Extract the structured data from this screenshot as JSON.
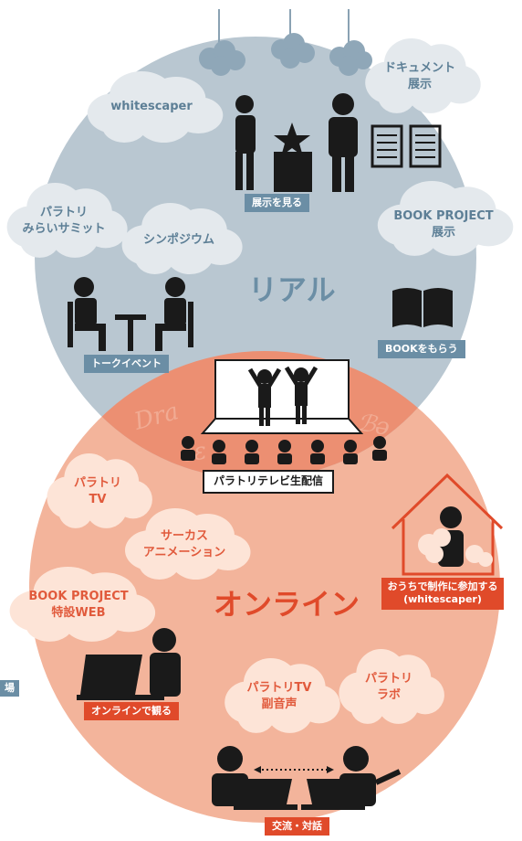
{
  "zones": {
    "real": {
      "title": "リアル"
    },
    "online": {
      "title": "オンライン"
    }
  },
  "clouds": {
    "whitescaper": "whitescaper",
    "documentary": "ドキュメント\n展示",
    "paratori_summit": "パラトリ\nみらいサミット",
    "symposium": "シンポジウム",
    "book_project_exhibit": "BOOK PROJECT\n展示",
    "paratori_tv": "パラトリ\nTV",
    "circus_animation": "サーカス\nアニメーション",
    "book_project_web": "BOOK PROJECT\n特設WEB",
    "paratori_tv_audio": "パラトリTV\n副音声",
    "paratori_lab": "パラトリ\nラボ"
  },
  "tags": {
    "see_exhibit": "展示を見る",
    "talk_event": "トークイベント",
    "get_book": "BOOKをもらう",
    "live_stream": "パラトリテレビ生配信",
    "make_at_home": "おうちで制作に参加する",
    "make_at_home_sub": "(whitescaper)",
    "watch_online": "オンラインで観る",
    "exchange": "交流・対話"
  },
  "side_label": "場",
  "colors": {
    "real_circle": "#b9c7d1",
    "online_circle": "#f3b49b",
    "overlap": "#ec8f72",
    "cloud_blue": "#e3e8ec",
    "cloud_cream": "#fde3d6",
    "accent_red": "#e04a2a",
    "accent_blue": "#6b8ea5",
    "figure": "#1a1a1a"
  }
}
